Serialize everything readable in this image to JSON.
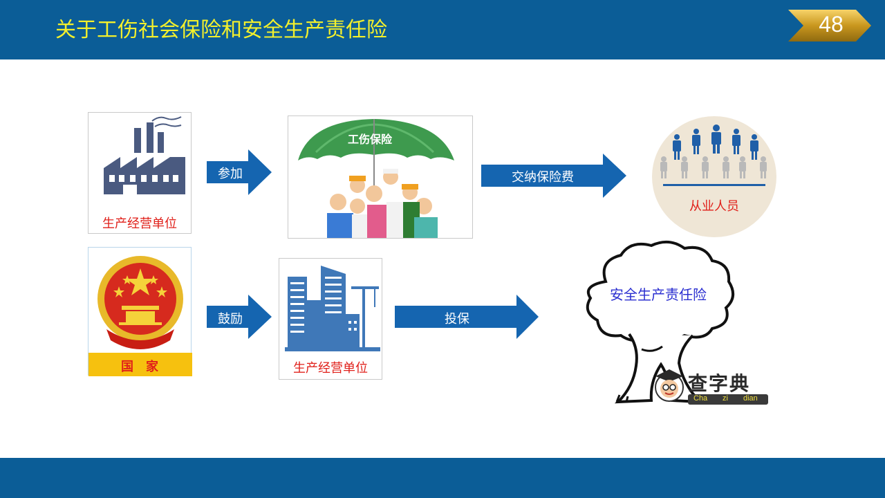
{
  "header": {
    "title": "关于工伤社会保险和安全生产责任险",
    "page_number": "48"
  },
  "row1": {
    "company_caption": "生产经营单位",
    "arrow1_label": "参加",
    "umbrella_text": "工伤保险",
    "arrow2_label": "交纳保险费",
    "employees_caption": "从业人员"
  },
  "row2": {
    "state_caption": "国　家",
    "arrow1_label": "鼓励",
    "company_caption": "生产经营单位",
    "arrow2_label": "投保",
    "tree_text": "安全生产责任险"
  },
  "watermark": {
    "chars": "查字典",
    "pinyin": [
      "Cha",
      "zi",
      "dian"
    ]
  },
  "colors": {
    "bar": "#0b5d97",
    "title": "#f3f02c",
    "arrow": "#1565b0",
    "caption_red": "#e0201a",
    "tree_text": "#2b2fd0"
  }
}
